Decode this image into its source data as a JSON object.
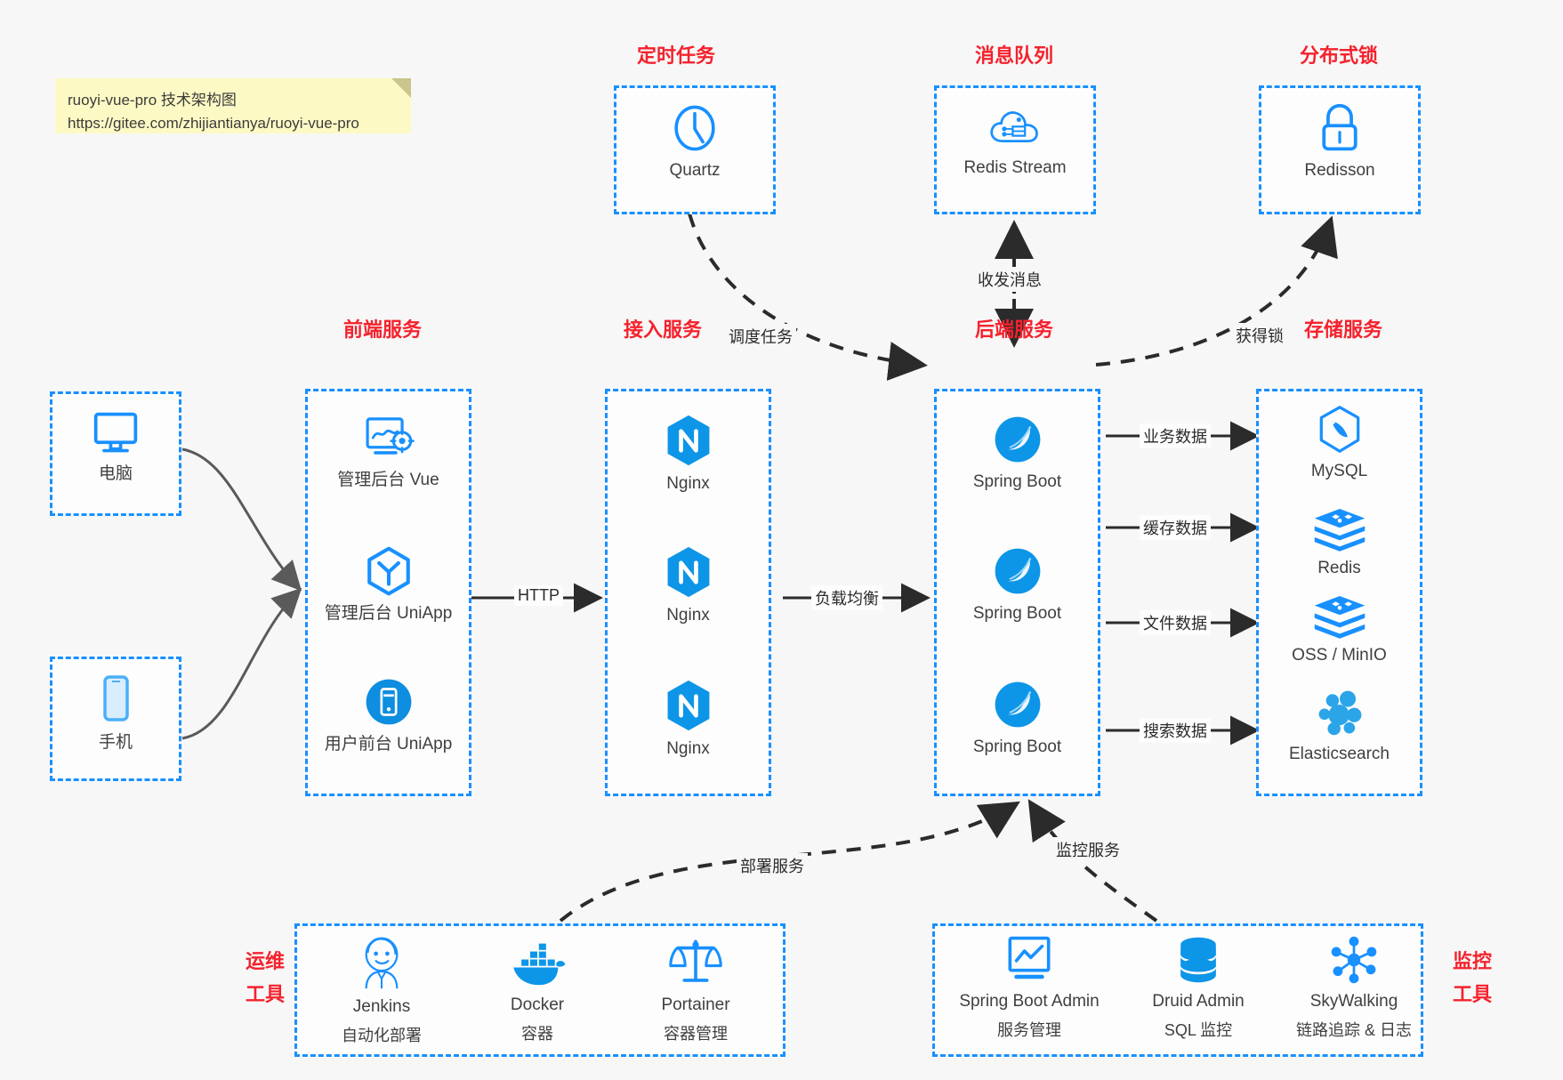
{
  "note": {
    "line1": "ruoyi-vue-pro 技术架构图",
    "line2": "https://gitee.com/zhijiantianya/ruoyi-vue-pro"
  },
  "colors": {
    "accent": "#1890ff",
    "title": "#f5222d",
    "text": "#3f3f3f",
    "background": "#f7f7f7",
    "note_bg": "#fdf9c4",
    "arrow": "#2b2b2b",
    "solid_arrow": "#5a5a5a"
  },
  "groups": {
    "scheduler": {
      "title": "定时任务",
      "nodes": [
        {
          "label": "Quartz",
          "icon": "clock-icon"
        }
      ]
    },
    "mq": {
      "title": "消息队列",
      "nodes": [
        {
          "label": "Redis Stream",
          "icon": "cloud-stream-icon"
        }
      ]
    },
    "lock": {
      "title": "分布式锁",
      "nodes": [
        {
          "label": "Redisson",
          "icon": "lock-icon"
        }
      ]
    },
    "clients": {
      "nodes": [
        {
          "label": "电脑",
          "icon": "desktop-icon"
        },
        {
          "label": "手机",
          "icon": "mobile-icon"
        }
      ]
    },
    "frontend": {
      "title": "前端服务",
      "nodes": [
        {
          "label": "管理后台 Vue",
          "icon": "dashboard-settings-icon"
        },
        {
          "label": "管理后台 UniApp",
          "icon": "uniapp-cube-icon"
        },
        {
          "label": "用户前台 UniApp",
          "icon": "mobile-app-icon"
        }
      ]
    },
    "gateway": {
      "title": "接入服务",
      "nodes": [
        {
          "label": "Nginx",
          "icon": "nginx-icon"
        },
        {
          "label": "Nginx",
          "icon": "nginx-icon"
        },
        {
          "label": "Nginx",
          "icon": "nginx-icon"
        }
      ]
    },
    "backend": {
      "title": "后端服务",
      "nodes": [
        {
          "label": "Spring Boot",
          "icon": "spring-boot-icon"
        },
        {
          "label": "Spring Boot",
          "icon": "spring-boot-icon"
        },
        {
          "label": "Spring Boot",
          "icon": "spring-boot-icon"
        }
      ]
    },
    "storage": {
      "title": "存储服务",
      "nodes": [
        {
          "label": "MySQL",
          "icon": "mysql-icon"
        },
        {
          "label": "Redis",
          "icon": "redis-icon"
        },
        {
          "label": "OSS / MinIO",
          "icon": "oss-minio-icon"
        },
        {
          "label": "Elasticsearch",
          "icon": "elasticsearch-icon"
        }
      ]
    },
    "devops": {
      "title_line1": "运维",
      "title_line2": "工具",
      "nodes": [
        {
          "label": "Jenkins",
          "sublabel": "自动化部署",
          "icon": "jenkins-icon"
        },
        {
          "label": "Docker",
          "sublabel": "容器",
          "icon": "docker-icon"
        },
        {
          "label": "Portainer",
          "sublabel": "容器管理",
          "icon": "portainer-scale-icon"
        }
      ]
    },
    "monitoring": {
      "title_line1": "监控",
      "title_line2": "工具",
      "nodes": [
        {
          "label": "Spring Boot Admin",
          "sublabel": "服务管理",
          "icon": "monitor-chart-icon"
        },
        {
          "label": "Druid Admin",
          "sublabel": "SQL 监控",
          "icon": "database-icon"
        },
        {
          "label": "SkyWalking",
          "sublabel": "链路追踪 & 日志",
          "icon": "skywalking-icon"
        }
      ]
    }
  },
  "edges": {
    "schedule_task": "调度任务",
    "send_receive_message": "收发消息",
    "acquire_lock": "获得锁",
    "http": "HTTP",
    "load_balance": "负载均衡",
    "business_data": "业务数据",
    "cache_data": "缓存数据",
    "file_data": "文件数据",
    "search_data": "搜索数据",
    "deploy_service": "部署服务",
    "monitor_service": "监控服务"
  }
}
